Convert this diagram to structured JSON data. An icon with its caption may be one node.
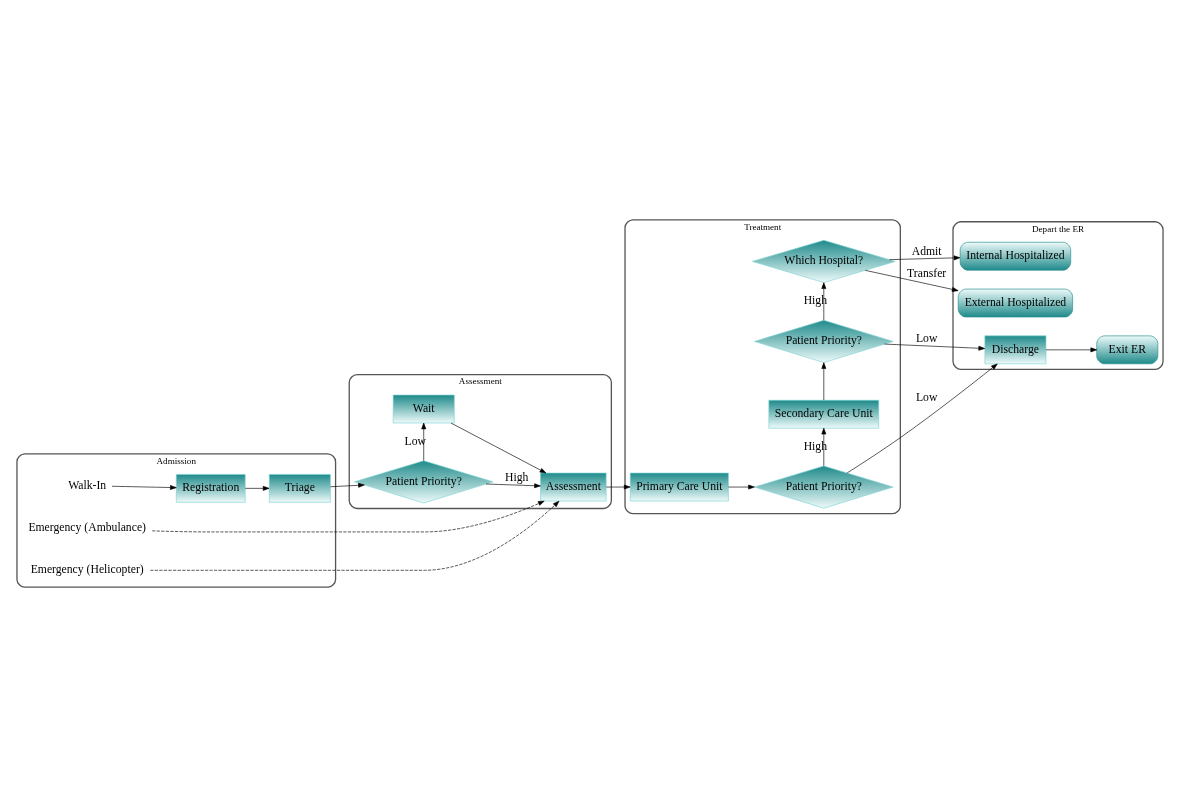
{
  "diagram": {
    "nodes": [
      {
        "text": [
          "Admission"
        ]
      },
      {
        "text": [
          "Emergency (Ambulance)"
        ],
        "in": 0
      },
      {
        "text": [
          "Walk-In"
        ],
        "in": 0
      },
      {
        "text": [
          "Emergency (Helicopter)"
        ],
        "in": 0
      },
      {
        "text": [
          "Registration"
        ],
        "in": 0
      },
      {
        "text": [
          "Triage"
        ],
        "in": 0
      },
      {
        "text": [
          "Assessment"
        ]
      },
      {
        "text": [
          "Patient Priority?"
        ],
        "in": 6
      },
      {
        "text": [
          "Wait"
        ],
        "in": 6
      },
      {
        "text": [
          "Assessment"
        ],
        "in": 6
      },
      {
        "text": [
          "Treatment"
        ]
      },
      {
        "text": [
          "Primary Care Unit"
        ],
        "in": 10
      },
      {
        "text": [
          "Patient Priority?"
        ],
        "in": 10
      },
      {
        "text": [
          "Secondary Care Unit"
        ],
        "in": 10
      },
      {
        "text": [
          "Patient Priority?"
        ],
        "in": 10
      },
      {
        "text": [
          "Which Hospital?"
        ],
        "in": 10
      },
      {
        "text": [
          "Depart the ER"
        ]
      },
      {
        "text": [
          "Discharge"
        ],
        "in": 16
      },
      {
        "text": [
          "Exit ER"
        ],
        "in": 16
      },
      {
        "text": [
          "Internal Hospitalized"
        ],
        "in": 16
      },
      {
        "text": [
          "External Hospitalized"
        ],
        "in": 16
      }
    ],
    "edges": [
      {
        "from": 2,
        "to": 4,
        "arrow": "to"
      },
      {
        "from": 4,
        "to": 5,
        "arrow": "to"
      },
      {
        "from": 5,
        "to": 7,
        "arrow": "to"
      },
      {
        "from": 7,
        "to": 9,
        "arrow": "to",
        "label": "High"
      },
      {
        "from": 7,
        "to": 8,
        "arrow": "to",
        "label": "Low"
      },
      {
        "from": 8,
        "to": 9,
        "arrow": "to"
      },
      {
        "from": 1,
        "to": 9,
        "arrow": "to",
        "style": "dashed"
      },
      {
        "from": 3,
        "to": 9,
        "arrow": "to",
        "style": "dashed"
      },
      {
        "from": 9,
        "to": 11,
        "arrow": "to"
      },
      {
        "from": 11,
        "to": 12,
        "arrow": "to"
      },
      {
        "from": 12,
        "to": 17,
        "arrow": "to",
        "label": "Low"
      },
      {
        "from": 12,
        "to": 13,
        "arrow": "to",
        "label": "High"
      },
      {
        "from": 13,
        "to": 14,
        "arrow": "to"
      },
      {
        "from": 14,
        "to": 17,
        "arrow": "to",
        "label": "Low"
      },
      {
        "from": 14,
        "to": 15,
        "arrow": "to",
        "label": "High"
      },
      {
        "from": 15,
        "to": 19,
        "arrow": "to",
        "label": "Admit"
      },
      {
        "from": 15,
        "to": 20,
        "arrow": "to",
        "label": "Transfer"
      },
      {
        "from": 17,
        "to": 18,
        "arrow": "to"
      }
    ]
  }
}
